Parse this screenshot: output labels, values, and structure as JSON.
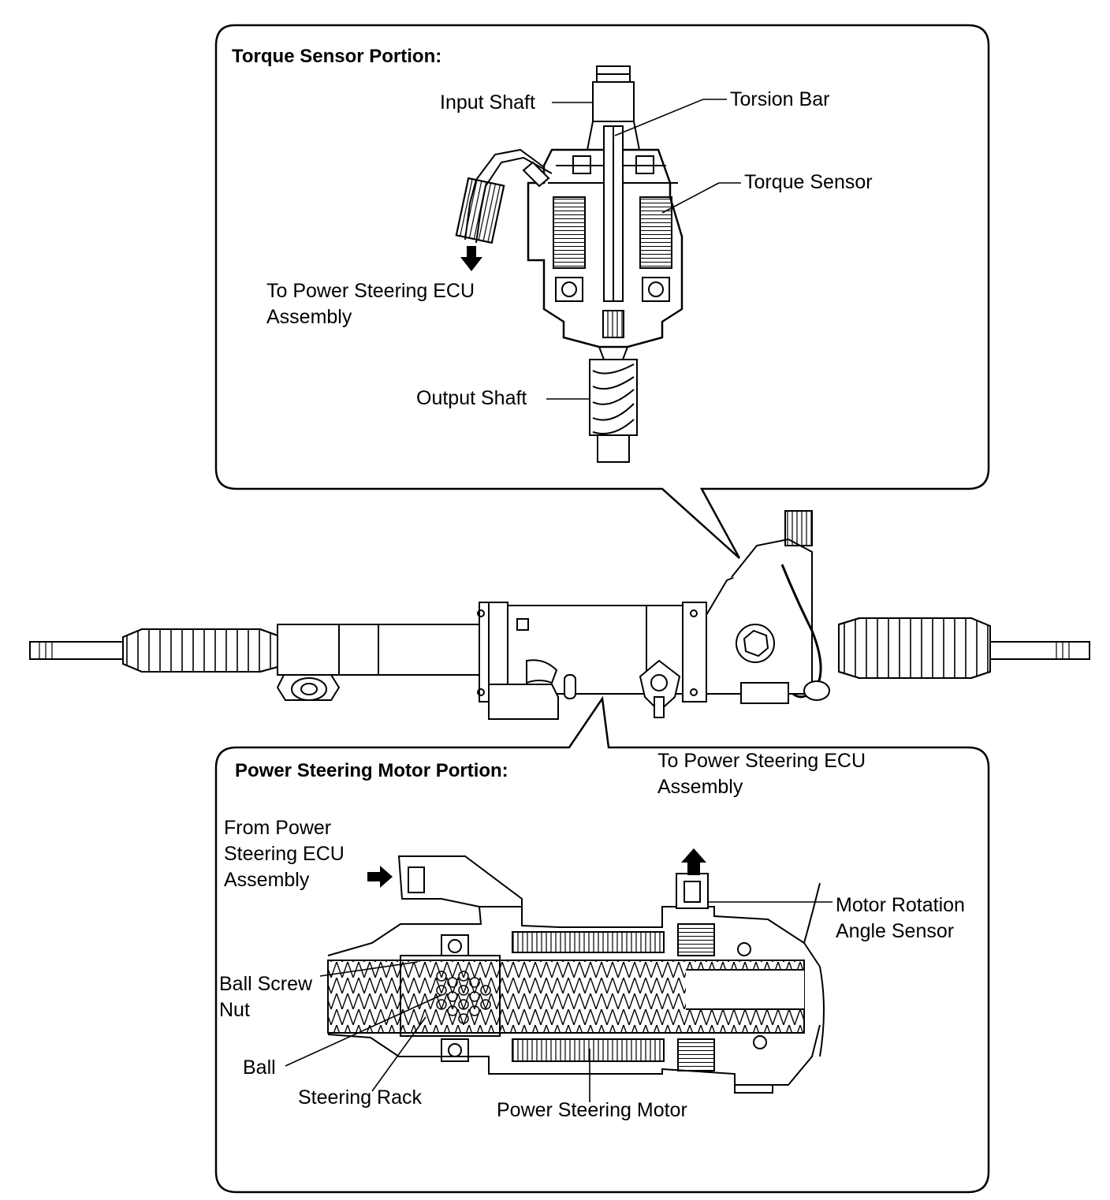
{
  "top_panel": {
    "title": "Torque Sensor Portion:",
    "labels": {
      "input_shaft": "Input Shaft",
      "torsion_bar": "Torsion Bar",
      "torque_sensor": "Torque Sensor",
      "to_ecu_line1": "To Power Steering ECU",
      "to_ecu_line2": "Assembly",
      "output_shaft": "Output Shaft"
    }
  },
  "middle": {
    "to_ecu_line1": "To Power Steering ECU",
    "to_ecu_line2": "Assembly"
  },
  "bottom_panel": {
    "title": "Power Steering Motor Portion:",
    "labels": {
      "from_ecu_line1": "From Power",
      "from_ecu_line2": "Steering ECU",
      "from_ecu_line3": "Assembly",
      "motor_angle_line1": "Motor Rotation",
      "motor_angle_line2": "Angle Sensor",
      "ball_screw_line1": "Ball Screw",
      "ball_screw_line2": "Nut",
      "ball": "Ball",
      "steering_rack": "Steering Rack",
      "power_steering_motor": "Power Steering Motor"
    }
  }
}
